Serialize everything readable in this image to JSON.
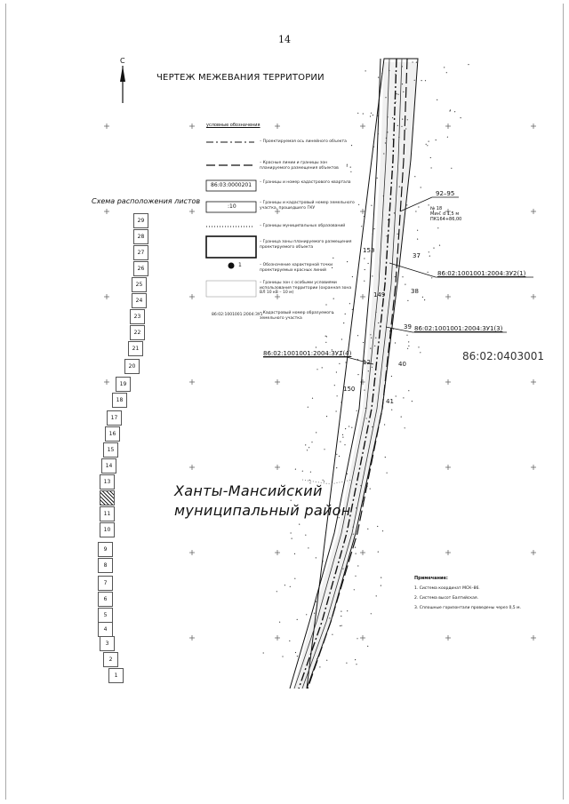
{
  "page_number": "14",
  "map_title": "ЧЕРТЕЖ МЕЖЕВАНИЯ ТЕРРИТОРИИ",
  "north_label": "С",
  "legend": {
    "title": "условные обозначения",
    "items": [
      {
        "symbol": "dash-line",
        "text": "– Проектируемая ось линейного объекта"
      },
      {
        "symbol": "long-dash",
        "text": "– Красные линии и границы зон планируемого размещения объектов"
      },
      {
        "symbol": "code-box",
        "code": "86:03:0000201",
        "text": "– Границы и номер кадастрового квартала"
      },
      {
        "symbol": "code-box",
        "code": ":10",
        "text": "– Границы и кадастровый номер земельного участка, прошедшего ГКУ"
      },
      {
        "symbol": "dot-line",
        "text": "– Границы муниципальных образований"
      },
      {
        "symbol": "rect",
        "text": "– Граница зоны планируемого размещения проектируемого объекта"
      },
      {
        "symbol": "point",
        "code": "1",
        "text": "– Обозначение характерной точки проектируемых красных линий"
      },
      {
        "symbol": "hatch",
        "text": "– Границы зон с особыми условиями использования территории (охранная зона ВЛ 10 кВ – 10 м)"
      },
      {
        "symbol": "code",
        "code": "86:02:1001001:2004:ЗУ1",
        "text": "– Кадастровый номер образуемого земельного участка"
      }
    ]
  },
  "sheet_scheme": {
    "title": "Схема расположения листов",
    "sheets": [
      "29",
      "28",
      "27",
      "26",
      "25",
      "24",
      "23",
      "22",
      "21",
      "20",
      "19",
      "18",
      "17",
      "16",
      "15",
      "14",
      "13",
      "12",
      "11",
      "10",
      "9",
      "8",
      "7",
      "6",
      "5",
      "4",
      "3",
      "2",
      "1"
    ],
    "current_sheet": "12"
  },
  "district_label": [
    "Ханты-Мансийский",
    "муниципальный район"
  ],
  "cadastral_quarter": "86:02:0403001",
  "parcel_labels": [
    {
      "text": "86:02:1001001:2004:ЗУ2(1)"
    },
    {
      "text": "86:02:1001001:2004:ЗУ1(3)"
    },
    {
      "text": "86:02:1001001:2004:ЗУ1(4)"
    }
  ],
  "point_labels": [
    "92–95",
    "37",
    "38",
    "39",
    "40",
    "41",
    "153",
    "150",
    "149",
    "12"
  ],
  "benchmark": [
    "№ 18",
    "Мин. d 1,5 м",
    "ПК164+86,00"
  ],
  "notes": {
    "title": "Примечание:",
    "items": [
      "1. Система координат МСК–86.",
      "2. Система высот Балтийская.",
      "3. Сплошные горизонтали проведены через 0,5 м."
    ]
  }
}
